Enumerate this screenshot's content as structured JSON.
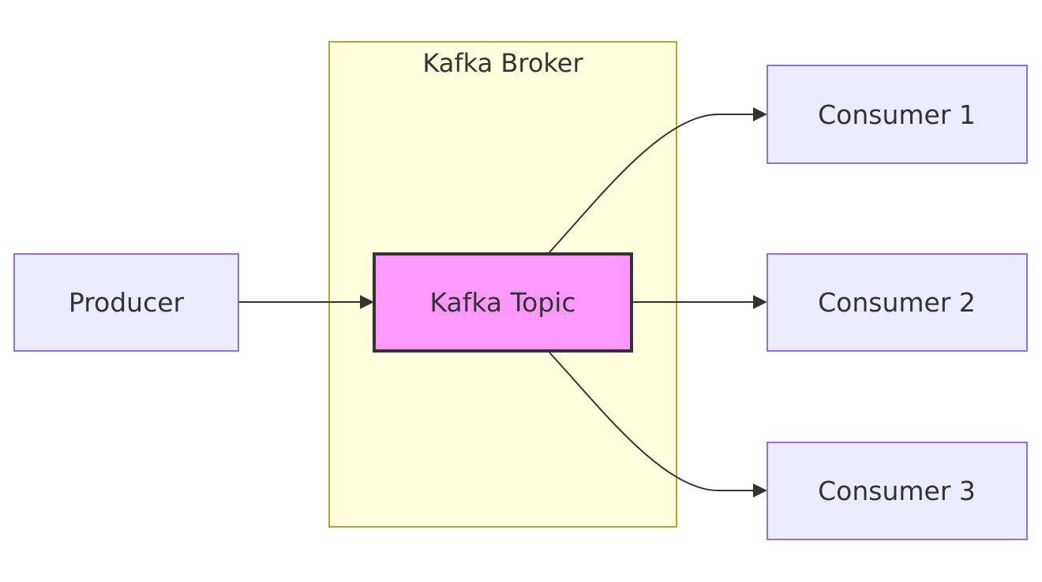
{
  "colors": {
    "cluster_fill": "#ffffde",
    "cluster_stroke": "#aaaa33",
    "node_fill": "#ececff",
    "node_stroke": "#9370db",
    "topic_fill": "#ff99ff",
    "topic_stroke": "#333333",
    "edge": "#333333",
    "text": "#333333"
  },
  "cluster": {
    "label": "Kafka Broker"
  },
  "nodes": {
    "producer": {
      "label": "Producer"
    },
    "topic": {
      "label": "Kafka Topic"
    },
    "consumer1": {
      "label": "Consumer 1"
    },
    "consumer2": {
      "label": "Consumer 2"
    },
    "consumer3": {
      "label": "Consumer 3"
    }
  },
  "edges": [
    {
      "from": "Producer",
      "to": "Kafka Topic"
    },
    {
      "from": "Kafka Topic",
      "to": "Consumer 1"
    },
    {
      "from": "Kafka Topic",
      "to": "Consumer 2"
    },
    {
      "from": "Kafka Topic",
      "to": "Consumer 3"
    }
  ]
}
